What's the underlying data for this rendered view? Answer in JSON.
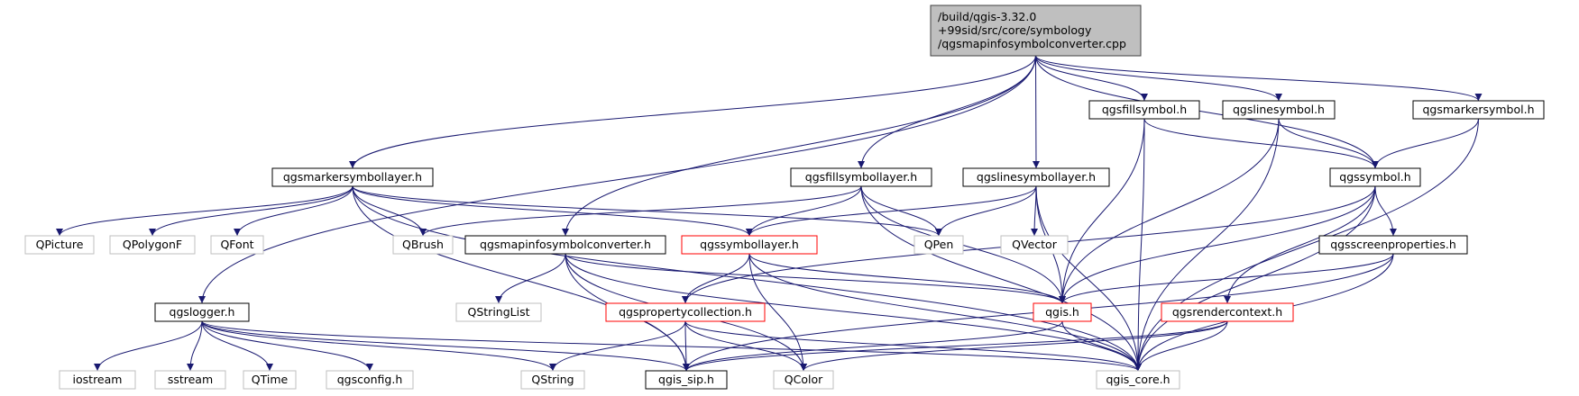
{
  "colors": {
    "edge": "#191970",
    "root_fill": "#bfbfbf",
    "root_border": "#404040",
    "documented_border": "#000000",
    "undocumented_border": "#bfbfbf",
    "truncated_border": "#ff0000",
    "node_fill": "#ffffff",
    "undocumented_text": "#808080",
    "text": "#000000"
  },
  "nodes": [
    {
      "id": "root",
      "lines": [
        "/build/qgis-3.32.0",
        "+99sid/src/core/symbology",
        "/qgsmapinfosymbolconverter.cpp"
      ],
      "kind": "root"
    },
    {
      "id": "markersymbollayer",
      "lines": [
        "qgsmarkersymbollayer.h"
      ],
      "kind": "documented"
    },
    {
      "id": "logger",
      "lines": [
        "qgslogger.h"
      ],
      "kind": "documented"
    },
    {
      "id": "mapinfoconv",
      "lines": [
        "qgsmapinfosymbolconverter.h"
      ],
      "kind": "documented"
    },
    {
      "id": "fillsymbollayer",
      "lines": [
        "qgsfillsymbollayer.h"
      ],
      "kind": "documented"
    },
    {
      "id": "linesymbollayer",
      "lines": [
        "qgslinesymbollayer.h"
      ],
      "kind": "documented"
    },
    {
      "id": "fillsymbol",
      "lines": [
        "qgsfillsymbol.h"
      ],
      "kind": "documented"
    },
    {
      "id": "linesymbol",
      "lines": [
        "qgslinesymbol.h"
      ],
      "kind": "documented"
    },
    {
      "id": "markersymbol",
      "lines": [
        "qgsmarkersymbol.h"
      ],
      "kind": "documented"
    },
    {
      "id": "symbol",
      "lines": [
        "qgssymbol.h"
      ],
      "kind": "documented"
    },
    {
      "id": "screenprops",
      "lines": [
        "qgsscreenproperties.h"
      ],
      "kind": "documented"
    },
    {
      "id": "symbollayer",
      "lines": [
        "qgssymbollayer.h"
      ],
      "kind": "truncated"
    },
    {
      "id": "propcoll",
      "lines": [
        "qgspropertycollection.h"
      ],
      "kind": "truncated"
    },
    {
      "id": "qgis",
      "lines": [
        "qgis.h"
      ],
      "kind": "truncated"
    },
    {
      "id": "rendercontext",
      "lines": [
        "qgsrendercontext.h"
      ],
      "kind": "truncated"
    },
    {
      "id": "sip",
      "lines": [
        "qgis_sip.h"
      ],
      "kind": "documented"
    },
    {
      "id": "core",
      "lines": [
        "qgis_core.h"
      ],
      "kind": "undocumented"
    },
    {
      "id": "qpicture",
      "lines": [
        "QPicture"
      ],
      "kind": "undocumented"
    },
    {
      "id": "qpolygonf",
      "lines": [
        "QPolygonF"
      ],
      "kind": "undocumented"
    },
    {
      "id": "qfont",
      "lines": [
        "QFont"
      ],
      "kind": "undocumented"
    },
    {
      "id": "qbrush",
      "lines": [
        "QBrush"
      ],
      "kind": "undocumented"
    },
    {
      "id": "qpen",
      "lines": [
        "QPen"
      ],
      "kind": "undocumented"
    },
    {
      "id": "qvector",
      "lines": [
        "QVector"
      ],
      "kind": "undocumented"
    },
    {
      "id": "qstringlist",
      "lines": [
        "QStringList"
      ],
      "kind": "undocumented"
    },
    {
      "id": "qstring",
      "lines": [
        "QString"
      ],
      "kind": "undocumented"
    },
    {
      "id": "qcolor",
      "lines": [
        "QColor"
      ],
      "kind": "undocumented"
    },
    {
      "id": "iostream",
      "lines": [
        "iostream"
      ],
      "kind": "undocumented"
    },
    {
      "id": "sstream",
      "lines": [
        "sstream"
      ],
      "kind": "undocumented"
    },
    {
      "id": "qtime",
      "lines": [
        "QTime"
      ],
      "kind": "undocumented"
    },
    {
      "id": "qgsconfig",
      "lines": [
        "qgsconfig.h"
      ],
      "kind": "undocumented"
    }
  ],
  "edges": [
    [
      "root",
      "logger"
    ],
    [
      "root",
      "markersymbollayer"
    ],
    [
      "root",
      "mapinfoconv"
    ],
    [
      "root",
      "fillsymbollayer"
    ],
    [
      "root",
      "linesymbollayer"
    ],
    [
      "root",
      "fillsymbol"
    ],
    [
      "root",
      "linesymbol"
    ],
    [
      "root",
      "symbol"
    ],
    [
      "root",
      "markersymbol"
    ],
    [
      "markersymbollayer",
      "qpicture"
    ],
    [
      "markersymbollayer",
      "qpolygonf"
    ],
    [
      "markersymbollayer",
      "qfont"
    ],
    [
      "markersymbollayer",
      "qbrush"
    ],
    [
      "markersymbollayer",
      "symbollayer"
    ],
    [
      "markersymbollayer",
      "qpen"
    ],
    [
      "markersymbollayer",
      "sip"
    ],
    [
      "markersymbollayer",
      "core"
    ],
    [
      "fillsymbollayer",
      "qbrush"
    ],
    [
      "fillsymbollayer",
      "symbollayer"
    ],
    [
      "fillsymbollayer",
      "qpen"
    ],
    [
      "fillsymbollayer",
      "qgis"
    ],
    [
      "fillsymbollayer",
      "core"
    ],
    [
      "linesymbollayer",
      "symbollayer"
    ],
    [
      "linesymbollayer",
      "qpen"
    ],
    [
      "linesymbollayer",
      "qvector"
    ],
    [
      "linesymbollayer",
      "qgis"
    ],
    [
      "linesymbollayer",
      "core"
    ],
    [
      "fillsymbol",
      "symbol"
    ],
    [
      "fillsymbol",
      "qgis"
    ],
    [
      "fillsymbol",
      "core"
    ],
    [
      "linesymbol",
      "symbol"
    ],
    [
      "linesymbol",
      "qgis"
    ],
    [
      "linesymbol",
      "core"
    ],
    [
      "markersymbol",
      "symbol"
    ],
    [
      "markersymbol",
      "core"
    ],
    [
      "symbol",
      "screenprops"
    ],
    [
      "symbol",
      "qgis"
    ],
    [
      "symbol",
      "propcoll"
    ],
    [
      "symbol",
      "rendercontext"
    ],
    [
      "symbol",
      "core"
    ],
    [
      "mapinfoconv",
      "qstringlist"
    ],
    [
      "mapinfoconv",
      "sip"
    ],
    [
      "mapinfoconv",
      "qgis"
    ],
    [
      "mapinfoconv",
      "core"
    ],
    [
      "mapinfoconv",
      "qcolor"
    ],
    [
      "symbollayer",
      "propcoll"
    ],
    [
      "symbollayer",
      "qgis"
    ],
    [
      "symbollayer",
      "qcolor"
    ],
    [
      "symbollayer",
      "core"
    ],
    [
      "screenprops",
      "qgis"
    ],
    [
      "screenprops",
      "sip"
    ],
    [
      "screenprops",
      "core"
    ],
    [
      "propcoll",
      "qstring"
    ],
    [
      "propcoll",
      "sip"
    ],
    [
      "propcoll",
      "qcolor"
    ],
    [
      "propcoll",
      "core"
    ],
    [
      "qgis",
      "sip"
    ],
    [
      "qgis",
      "core"
    ],
    [
      "rendercontext",
      "sip"
    ],
    [
      "rendercontext",
      "qcolor"
    ],
    [
      "rendercontext",
      "core"
    ],
    [
      "logger",
      "iostream"
    ],
    [
      "logger",
      "sstream"
    ],
    [
      "logger",
      "qtime"
    ],
    [
      "logger",
      "qgsconfig"
    ],
    [
      "logger",
      "qstring"
    ],
    [
      "logger",
      "sip"
    ],
    [
      "logger",
      "core"
    ]
  ]
}
